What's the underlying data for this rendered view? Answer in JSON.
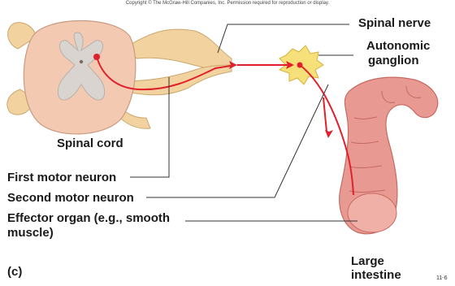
{
  "copyright": "Copyright © The McGraw-Hill Companies, Inc. Permission required for reproduction or display.",
  "labels": {
    "spinal_nerve": "Spinal nerve",
    "autonomic_ganglion_line1": "Autonomic",
    "autonomic_ganglion_line2": "ganglion",
    "spinal_cord": "Spinal cord",
    "first_motor_neuron": "First motor neuron",
    "second_motor_neuron": "Second motor neuron",
    "effector_organ_line1": "Effector organ (e.g., smooth",
    "effector_organ_line2": "muscle)",
    "panel": "(c)",
    "large_intestine_line1": "Large",
    "large_intestine_line2": "intestine"
  },
  "page_number": "11-6",
  "colors": {
    "neuron": "#e0202a",
    "cord_outer": "#f3c9b2",
    "cord_inner": "#d9d4cf",
    "nerve": "#f2d3a0",
    "ganglion": "#f6e07a",
    "intestine": "#e89a92",
    "leader": "#333333"
  }
}
